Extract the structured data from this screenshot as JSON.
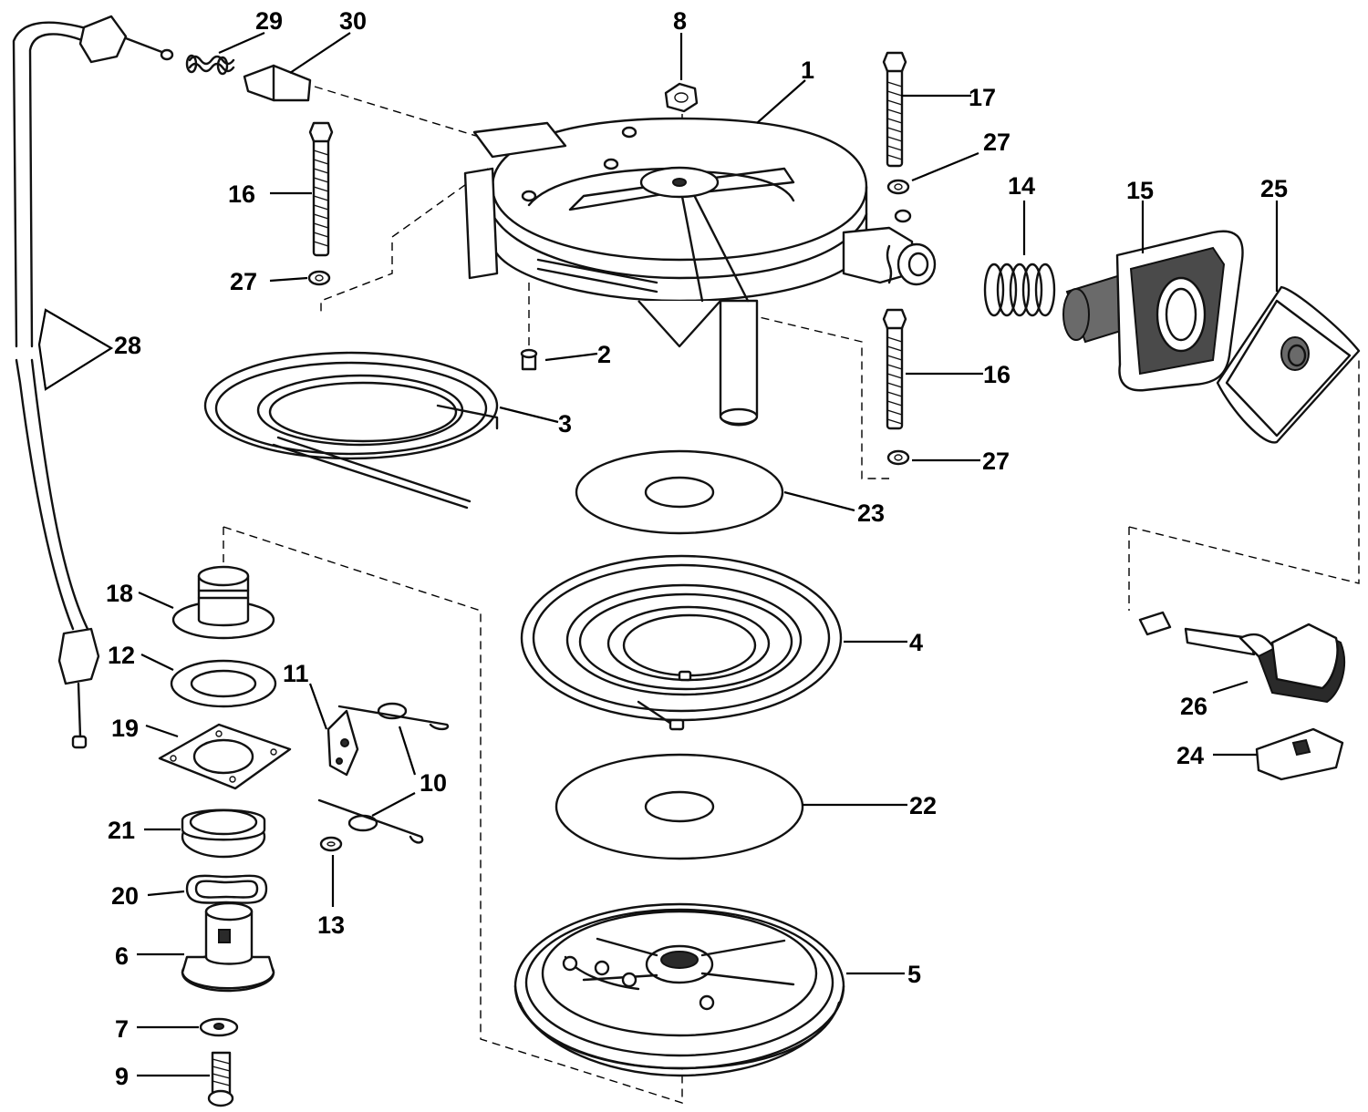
{
  "callouts": [
    {
      "id": "c1",
      "label": "1"
    },
    {
      "id": "c2",
      "label": "2"
    },
    {
      "id": "c3",
      "label": "3"
    },
    {
      "id": "c4",
      "label": "4"
    },
    {
      "id": "c5",
      "label": "5"
    },
    {
      "id": "c6",
      "label": "6"
    },
    {
      "id": "c7",
      "label": "7"
    },
    {
      "id": "c8",
      "label": "8"
    },
    {
      "id": "c9",
      "label": "9"
    },
    {
      "id": "c10",
      "label": "10"
    },
    {
      "id": "c11",
      "label": "11"
    },
    {
      "id": "c12",
      "label": "12"
    },
    {
      "id": "c13",
      "label": "13"
    },
    {
      "id": "c14",
      "label": "14"
    },
    {
      "id": "c15",
      "label": "15"
    },
    {
      "id": "c16a",
      "label": "16"
    },
    {
      "id": "c16b",
      "label": "16"
    },
    {
      "id": "c17",
      "label": "17"
    },
    {
      "id": "c18",
      "label": "18"
    },
    {
      "id": "c19",
      "label": "19"
    },
    {
      "id": "c20",
      "label": "20"
    },
    {
      "id": "c21",
      "label": "21"
    },
    {
      "id": "c22",
      "label": "22"
    },
    {
      "id": "c23",
      "label": "23"
    },
    {
      "id": "c24",
      "label": "24"
    },
    {
      "id": "c25",
      "label": "25"
    },
    {
      "id": "c26",
      "label": "26"
    },
    {
      "id": "c27a",
      "label": "27"
    },
    {
      "id": "c27b",
      "label": "27"
    },
    {
      "id": "c27c",
      "label": "27"
    },
    {
      "id": "c28",
      "label": "28"
    },
    {
      "id": "c29",
      "label": "29"
    },
    {
      "id": "c30",
      "label": "30"
    }
  ]
}
